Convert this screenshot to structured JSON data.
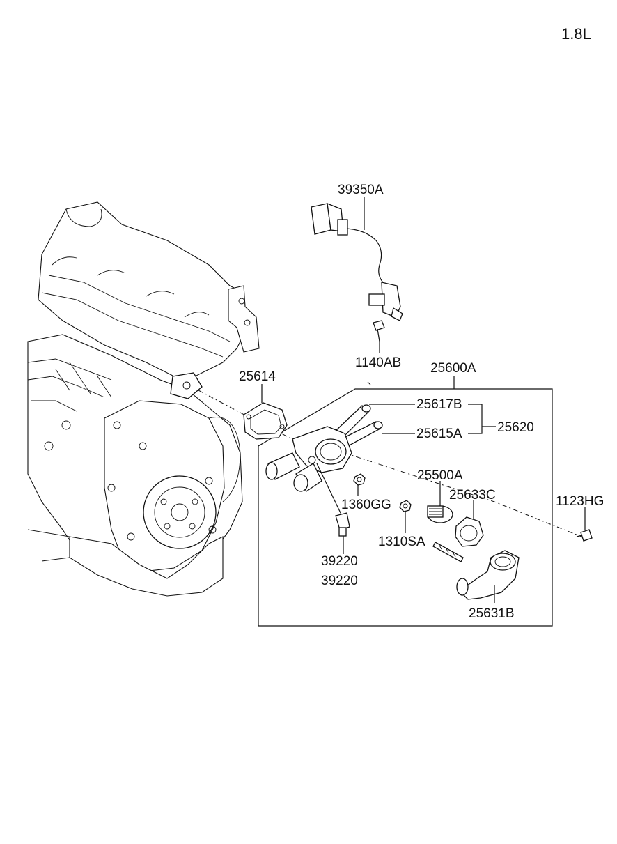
{
  "variant_label": "1.8L",
  "parts": {
    "p39350A": "39350A",
    "p1140AB": "1140AB",
    "p25600A": "25600A",
    "p25614": "25614",
    "p25617B": "25617B",
    "p25620": "25620",
    "p25615A": "25615A",
    "p25500A": "25500A",
    "p25633C": "25633C",
    "p1123HG": "1123HG",
    "p1360GG": "1360GG",
    "p1310SA": "1310SA",
    "p39220_a": "39220",
    "p39220_b": "39220",
    "p25631B": "25631B"
  }
}
